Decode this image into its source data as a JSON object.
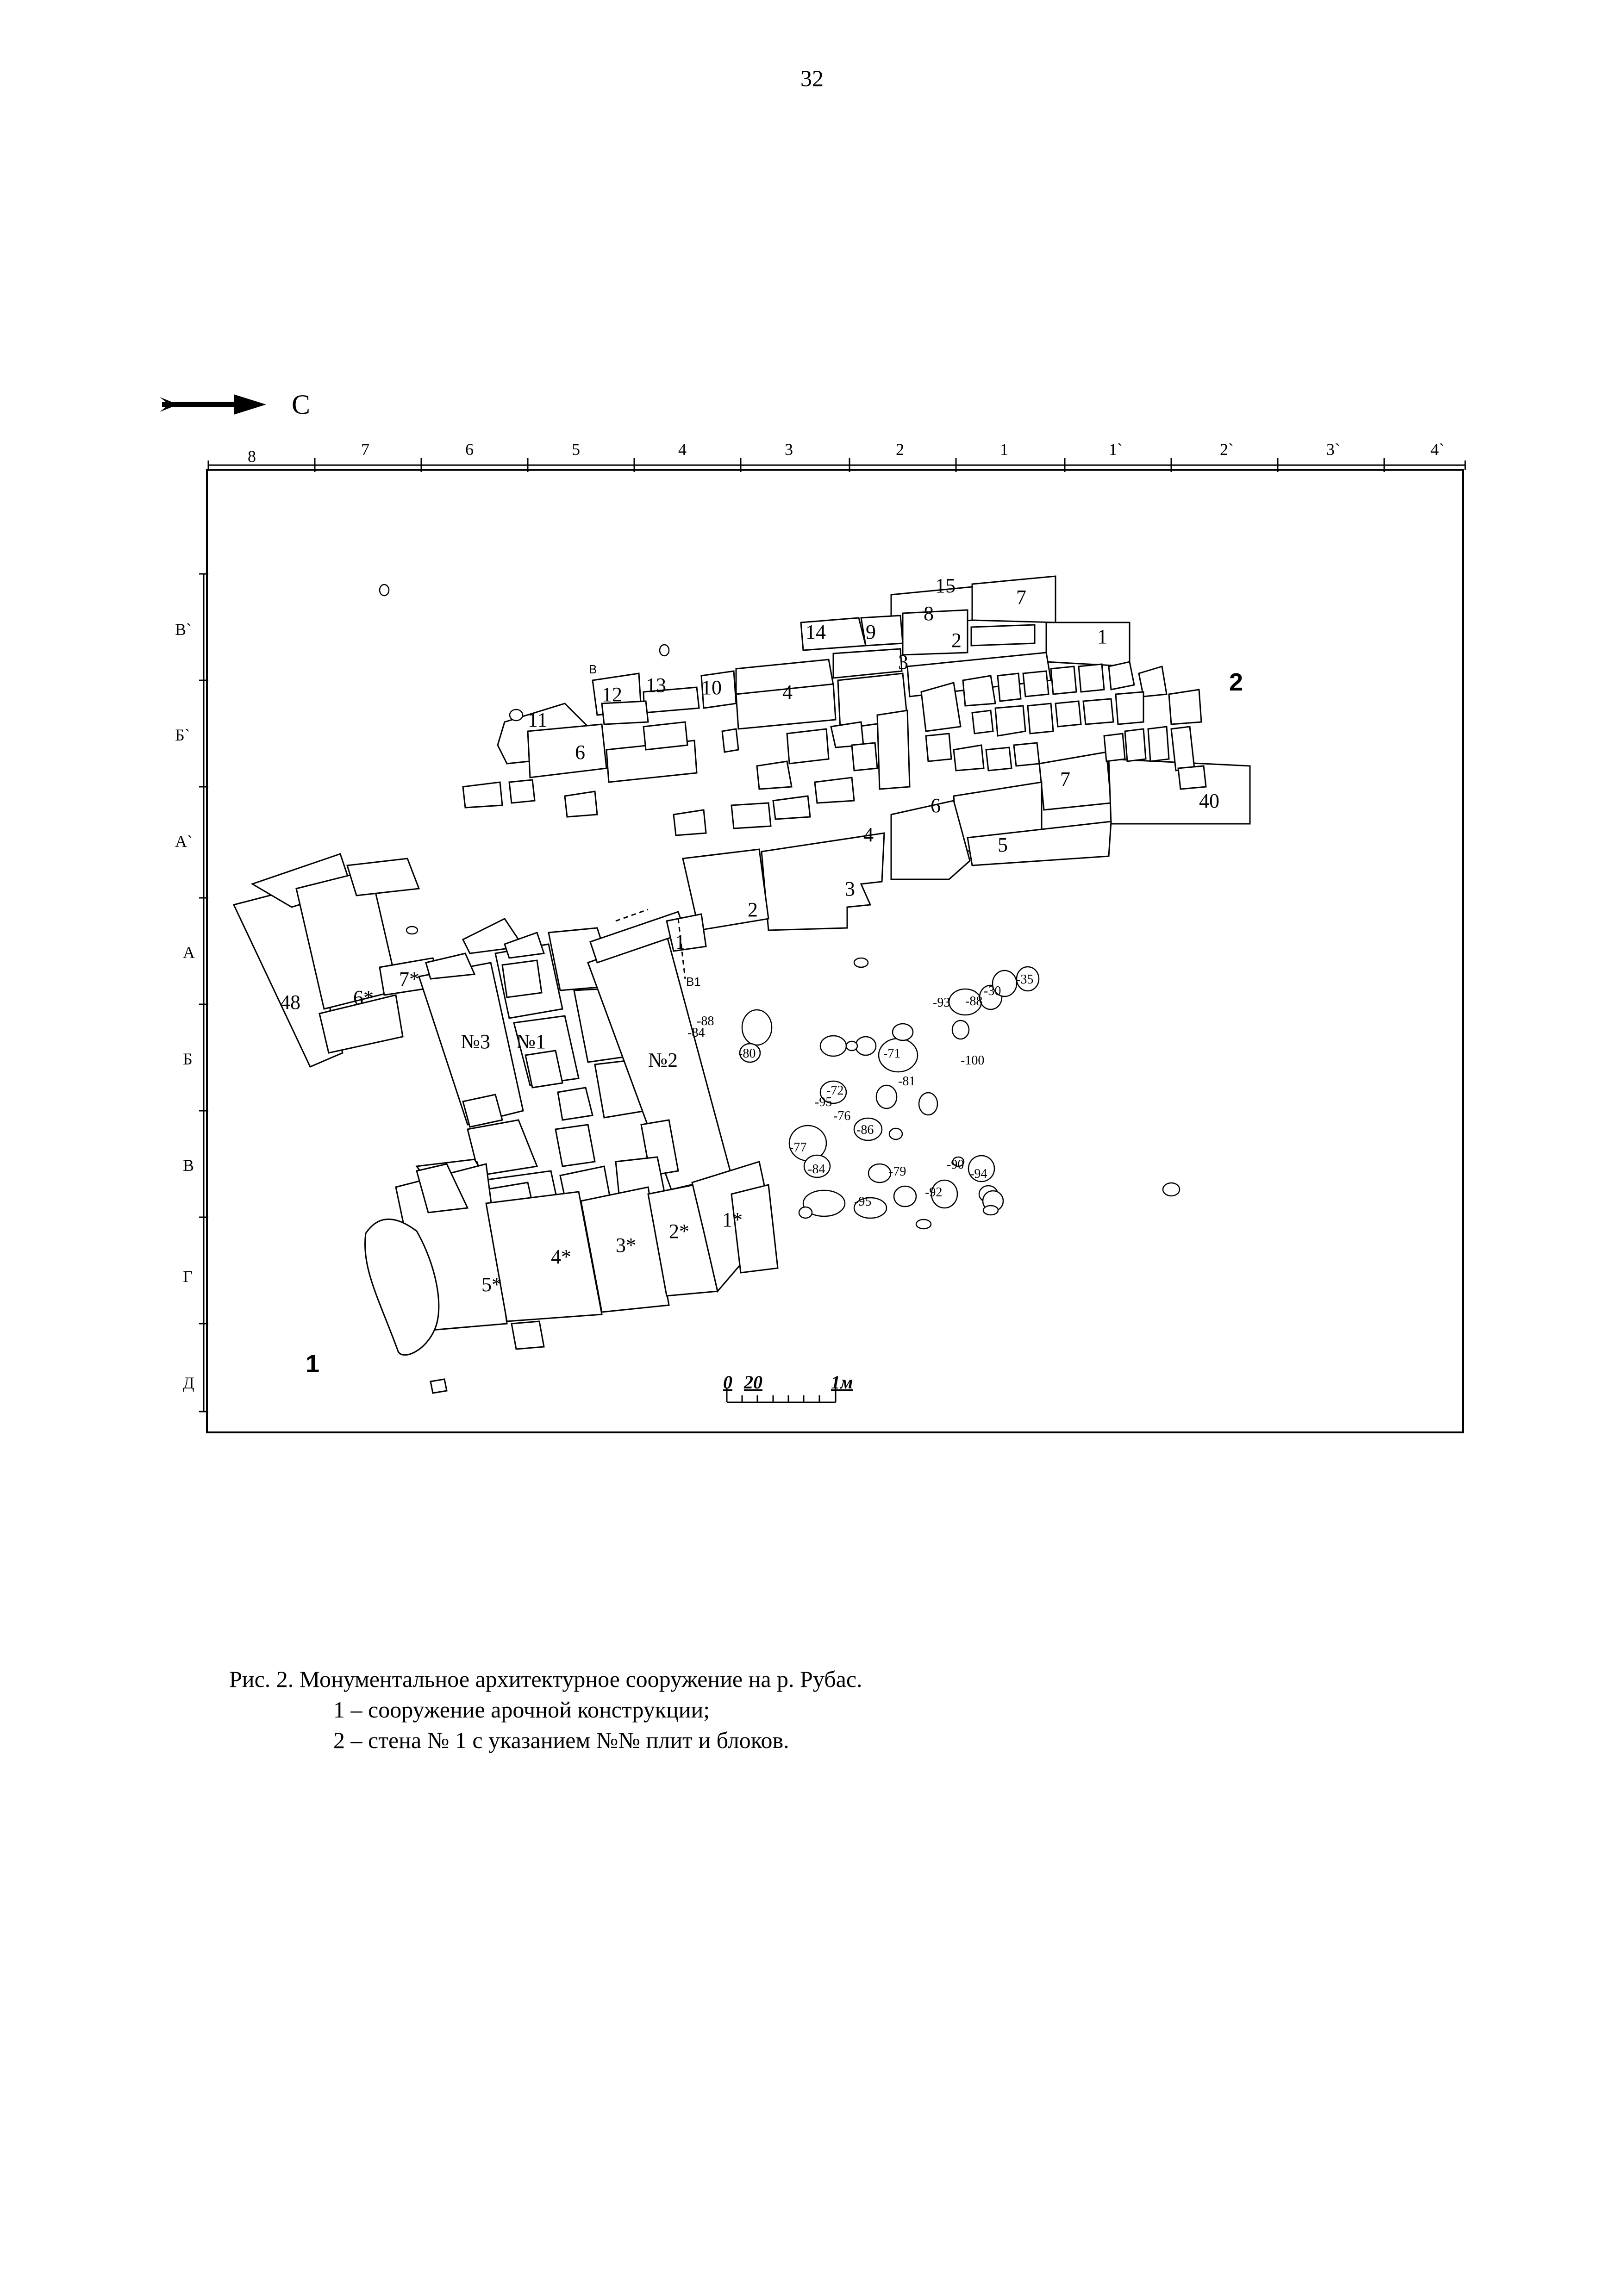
{
  "page_number": "32",
  "north_arrow": {
    "label": "С",
    "icon": "north-arrow-icon"
  },
  "grid": {
    "columns": [
      "8",
      "7",
      "6",
      "5",
      "4",
      "3",
      "2",
      "1",
      "1`",
      "2`",
      "3`",
      "4`"
    ],
    "rows": [
      "В`",
      "Б`",
      "А`",
      "А",
      "Б",
      "В",
      "Г",
      "Д"
    ]
  },
  "markers": {
    "structure": "1",
    "wall": "2"
  },
  "scale_bar": {
    "zero": "0",
    "twenty": "20",
    "end": "1м"
  },
  "wall_labels": [
    "15",
    "7",
    "8",
    "14",
    "9",
    "2",
    "1",
    "3",
    "13",
    "12",
    "10",
    "4",
    "11",
    "6",
    "7",
    "40",
    "6",
    "4",
    "5",
    "3",
    "2",
    "1"
  ],
  "arch_labels": [
    "48",
    "6*",
    "7*",
    "№3",
    "№1",
    "№2",
    "5*",
    "4*",
    "3*",
    "2*",
    "1*"
  ],
  "small_labels": {
    "b_top": "В",
    "b1": "В1"
  },
  "depth_marks": [
    "-88",
    "-84",
    "-80",
    "-71",
    "-81",
    "-72",
    "-95",
    "-76",
    "-86",
    "-77",
    "-84",
    "-79",
    "-95",
    "-92",
    "-90",
    "-94",
    "-93",
    "-88",
    "-30",
    "-35",
    "-100"
  ],
  "caption": {
    "title": "Рис. 2. Монументальное архитектурное сооружение на р. Рубас.",
    "item1": "1 – сооружение арочной конструкции;",
    "item2": "2 – стена № 1 с указанием №№ плит и блоков."
  }
}
